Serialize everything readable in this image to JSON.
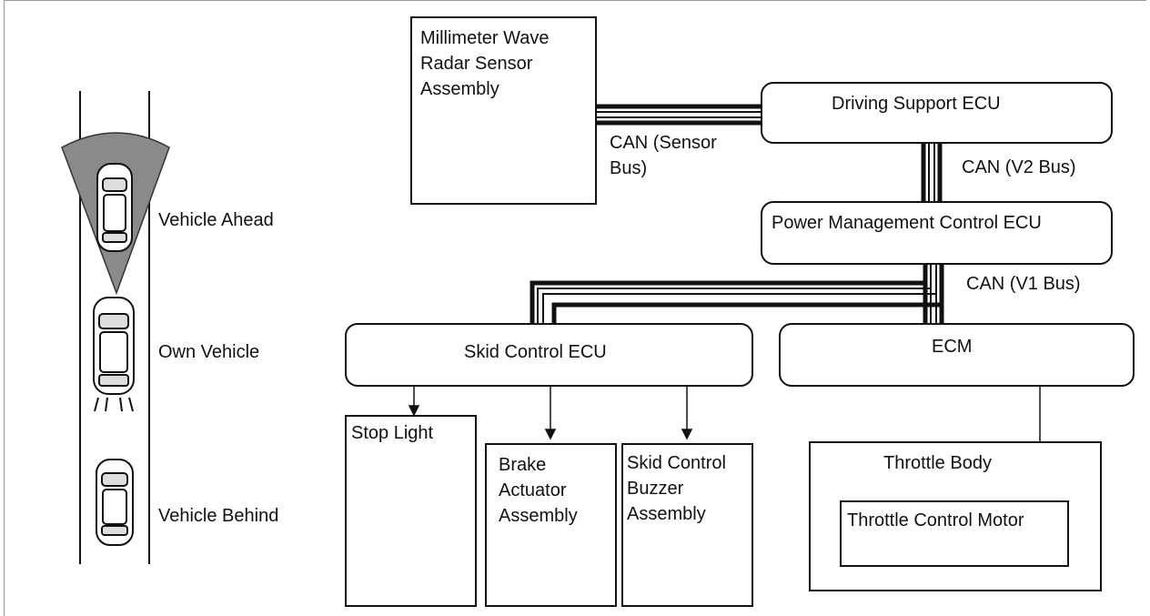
{
  "scene": {
    "vehicle_ahead": "Vehicle Ahead",
    "own_vehicle": "Own Vehicle",
    "vehicle_behind": "Vehicle Behind"
  },
  "components": {
    "radar_sensor": [
      "Millimeter Wave",
      "Radar Sensor",
      "Assembly"
    ],
    "driving_support_ecu": "Driving Support ECU",
    "power_management_ecu": "Power Management Control ECU",
    "skid_control_ecu": "Skid Control ECU",
    "ecm": "ECM",
    "stop_light": "Stop Light",
    "brake_actuator": [
      "Brake",
      "Actuator",
      "Assembly"
    ],
    "skid_buzzer": [
      "Skid Control",
      "Buzzer",
      "Assembly"
    ],
    "throttle_body": "Throttle Body",
    "throttle_motor": "Throttle Control Motor"
  },
  "buses": {
    "sensor_bus": [
      "CAN (Sensor",
      "Bus)"
    ],
    "v2_bus": "CAN (V2 Bus)",
    "v1_bus": "CAN (V1 Bus)"
  }
}
